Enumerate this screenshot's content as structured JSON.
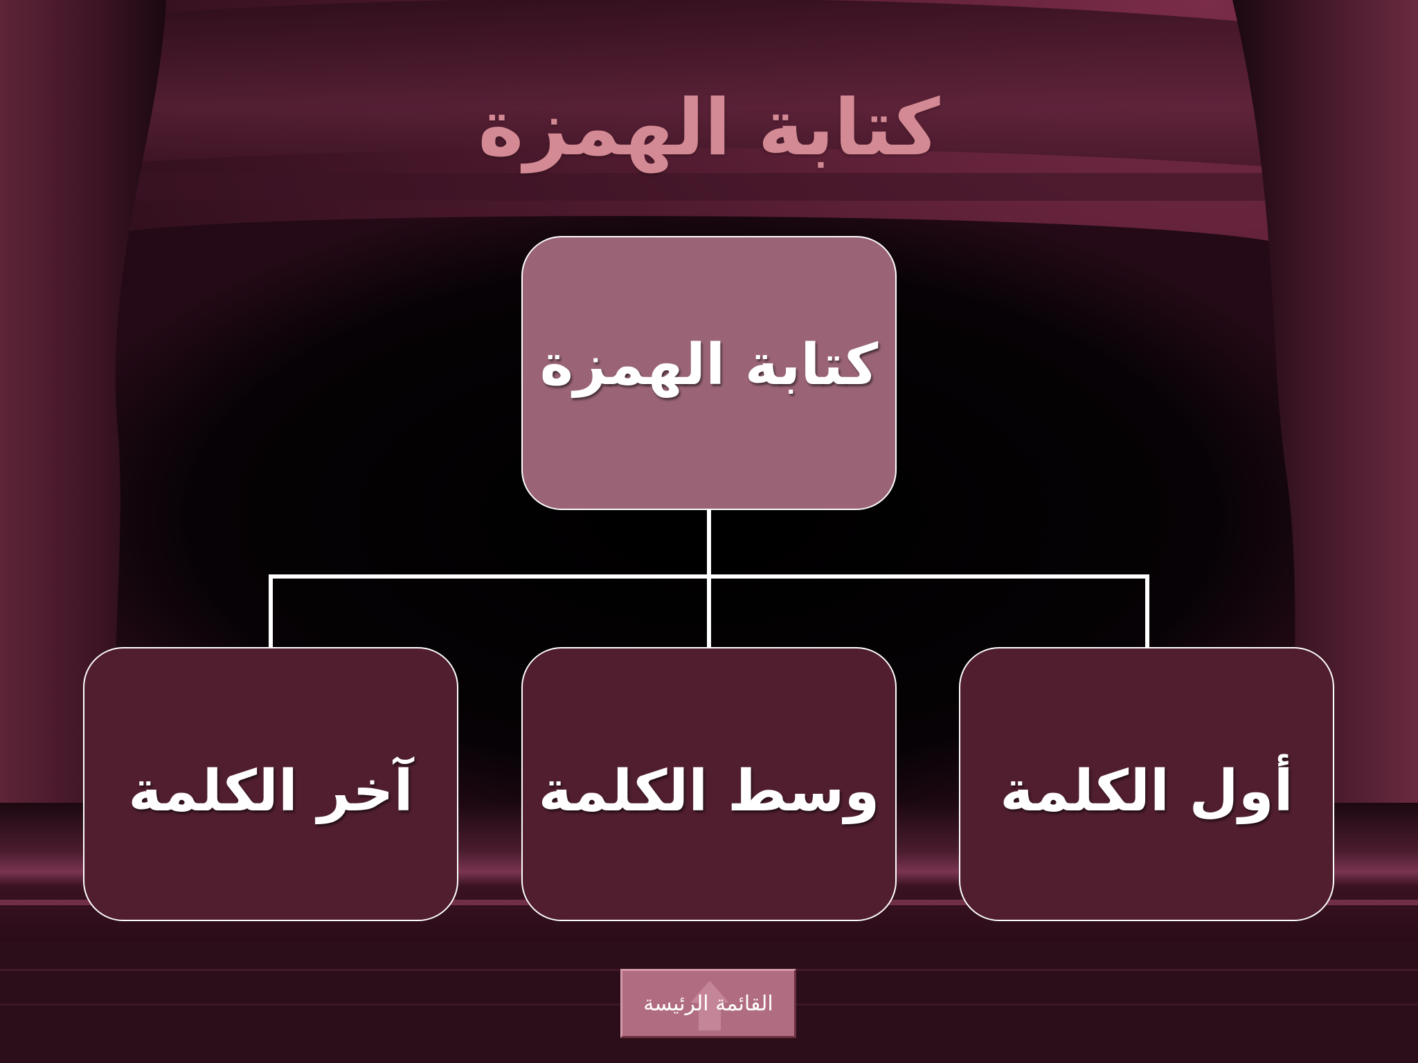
{
  "slide": {
    "title": "كتابة الهمزة",
    "colors": {
      "title": "#d48a94",
      "root_box": "#9a6476",
      "child_box": "#501e2e",
      "connector": "#ffffff",
      "background_curtain": "#5a2238",
      "stage": "#000000"
    }
  },
  "diagram": {
    "root": {
      "label": "كتابة الهمزة"
    },
    "children": [
      {
        "label": "أول الكلمة"
      },
      {
        "label": "وسط الكلمة"
      },
      {
        "label": "آخر الكلمة"
      }
    ]
  },
  "navigation": {
    "home_button": {
      "label": "القائمة الرئيسة",
      "icon": "home-icon"
    }
  }
}
